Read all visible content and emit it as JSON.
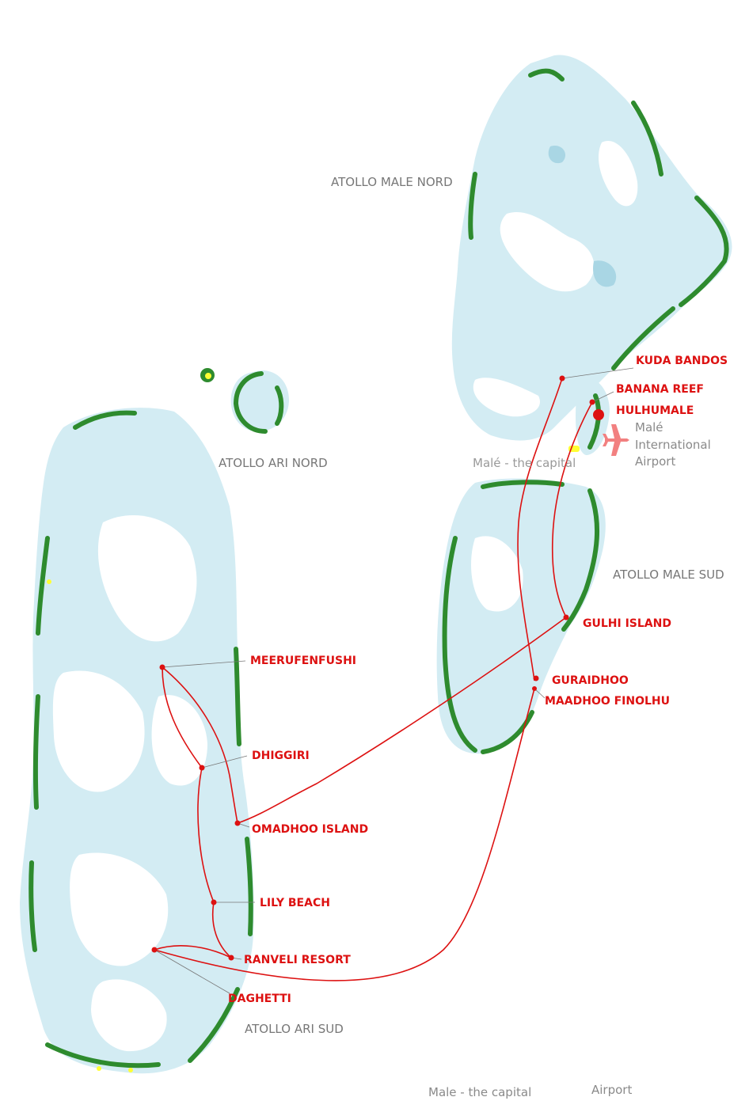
{
  "colors": {
    "lagoon": "#d3ecf3",
    "island": "#2e8b2e",
    "sand": "#ffff33",
    "deep_water": "#ffffff",
    "route": "#dd1111",
    "atoll_label": "#777777",
    "resort_label": "#dd1111"
  },
  "atolls": {
    "male_nord": "ATOLLO MALE NORD",
    "ari_nord": "ATOLLO ARI NORD",
    "male_sud": "ATOLLO MALE SUD",
    "ari_sud": "ATOLLO ARI SUD"
  },
  "resorts": {
    "kuda_bandos": "KUDA BANDOS",
    "banana_reef": "BANANA REEF",
    "hulhumale": "HULHUMALE",
    "gulhi_island": "GULHI ISLAND",
    "guraidhoo": "GURAIDHOO",
    "maadhoo_finolhu": "MAADHOO FINOLHU",
    "meerufenfushi": "MEERUFENFUSHI",
    "dhiggiri": "DHIGGIRI",
    "omadhoo_island": "OMADHOO ISLAND",
    "lily_beach": "LILY BEACH",
    "ranveli_resort": "RANVELI RESORT",
    "daghetti": "DAGHETTI"
  },
  "capital_label": "Malé - the capital",
  "airport": {
    "line1": "Malé",
    "line2": "International",
    "line3": "Airport",
    "icon": "airplane-icon"
  },
  "footer": {
    "capital": "Male - the capital",
    "airport": "Airport"
  }
}
